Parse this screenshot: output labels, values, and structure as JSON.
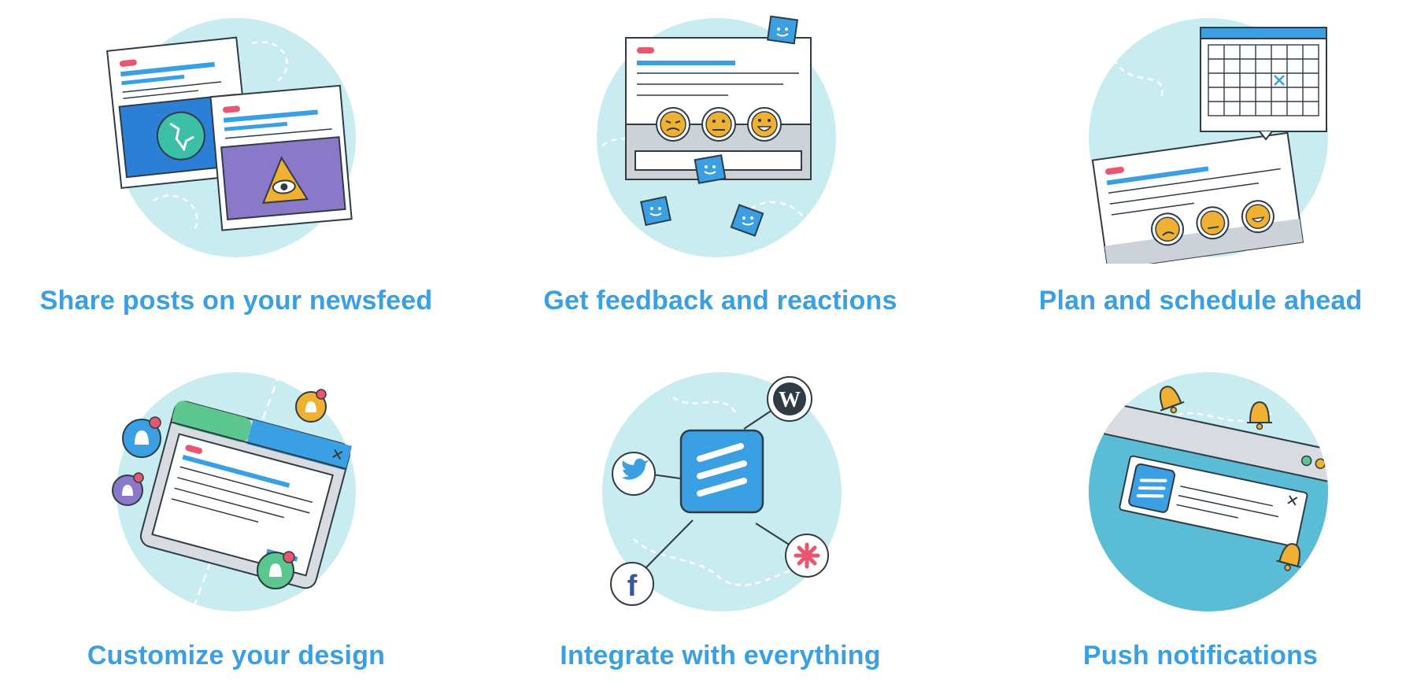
{
  "features": [
    {
      "title": "Share posts on your newsfeed",
      "icon": "newsfeed-illustration"
    },
    {
      "title": "Get feedback and reactions",
      "icon": "feedback-illustration"
    },
    {
      "title": "Plan and schedule ahead",
      "icon": "calendar-illustration"
    },
    {
      "title": "Customize your design",
      "icon": "design-illustration"
    },
    {
      "title": "Integrate with everything",
      "icon": "integrations-illustration"
    },
    {
      "title": "Push notifications",
      "icon": "notifications-illustration"
    }
  ],
  "colors": {
    "caption": "#3a9fe3",
    "circle": "#c9ecf1",
    "outline": "#2f3b45",
    "blue": "#3a9fe3",
    "purple": "#8a78c9",
    "orange": "#f0b132",
    "red": "#e8566f",
    "green": "#5cc68f"
  }
}
